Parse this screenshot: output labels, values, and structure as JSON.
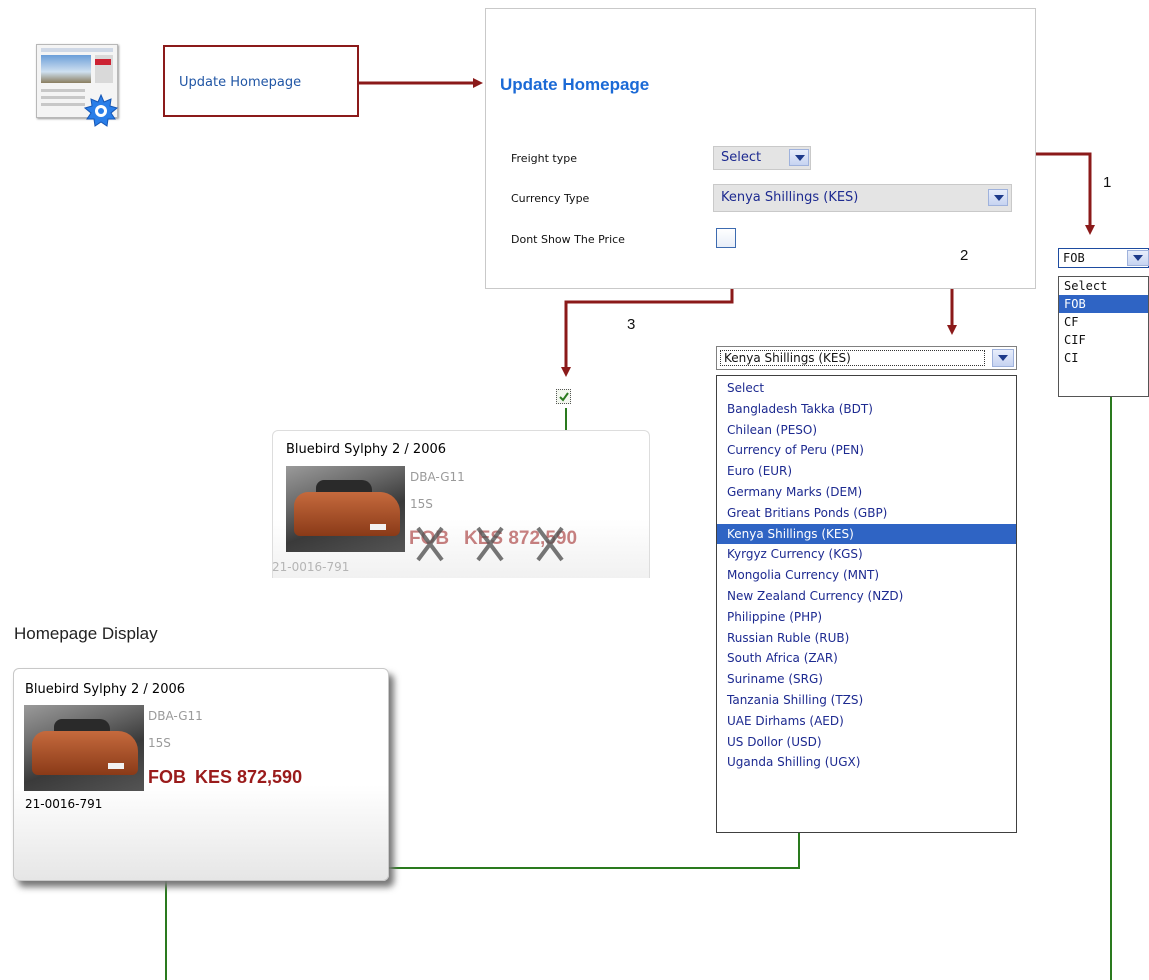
{
  "link": {
    "label": "Update Homepage"
  },
  "panel": {
    "title": "Update Homepage",
    "freight_label": "Freight type",
    "freight_value": "Select",
    "currency_label": "Currency Type",
    "currency_value": "Kenya Shillings (KES)",
    "dont_show_label": "Dont Show The Price"
  },
  "steps": [
    "1",
    "2",
    "3"
  ],
  "freight_dropdown": {
    "selected": "FOB",
    "options": [
      "Select",
      "FOB",
      "CF",
      "CIF",
      "CI"
    ]
  },
  "currency_dropdown": {
    "selected": "Kenya Shillings (KES)",
    "options": [
      "Select",
      "Bangladesh Takka (BDT)",
      "Chilean (PESO)",
      "Currency of Peru (PEN)",
      "Euro (EUR)",
      "Germany Marks (DEM)",
      "Great Britians Ponds (GBP)",
      "Kenya Shillings (KES)",
      "Kyrgyz Currency (KGS)",
      "Mongolia Currency (MNT)",
      "New Zealand Currency (NZD)",
      "Philippine (PHP)",
      "Russian Ruble (RUB)",
      "South Africa (ZAR)",
      "Suriname (SRG)",
      "Tanzania Shilling (TZS)",
      "UAE Dirhams (AED)",
      "US Dollor (USD)",
      "Uganda Shilling (UGX)"
    ]
  },
  "homepage_display_title": "Homepage Display",
  "card": {
    "title": "Bluebird Sylphy 2 / 2006",
    "model": "DBA-G11",
    "grade": "15S",
    "freight": "FOB",
    "price": "KES 872,590",
    "stock_no": "21-0016-791"
  },
  "colors": {
    "link_blue": "#2156a5",
    "title_blue": "#1b6ad6",
    "arrow_red": "#8b1a1a",
    "arrow_green": "#2a7a1e",
    "highlight": "#2f64c4",
    "price_red": "#9a1b1b"
  }
}
